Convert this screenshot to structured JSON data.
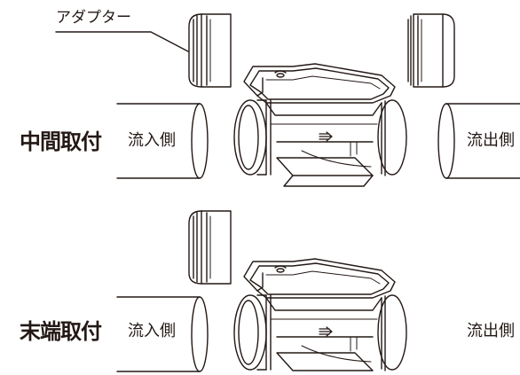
{
  "callout": {
    "label": "アダプター"
  },
  "rows": [
    {
      "title": "中間取付",
      "inlet_label": "流入側",
      "outlet_label": "流出側"
    },
    {
      "title": "末端取付",
      "inlet_label": "流入側",
      "outlet_label": "流出側"
    }
  ],
  "colors": {
    "line": "#231815",
    "background": "#ffffff"
  }
}
